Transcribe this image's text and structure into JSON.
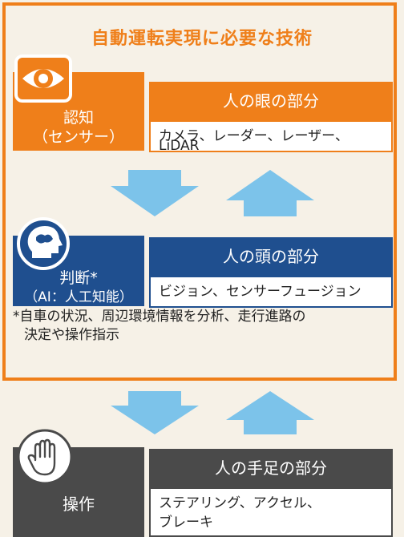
{
  "title": "自動運転実現に必要な技術",
  "sections": {
    "perception": {
      "label_line1": "認知",
      "label_line2": "（センサー）",
      "header": "人の眼の部分",
      "body_line1": "カメラ、レーダー、レーザー、",
      "body_line2": "LiDAR",
      "color": "#ef7f1a",
      "icon": "eye-icon"
    },
    "judgment": {
      "label_line1": "判断*",
      "label_line2": "（AI：人工知能）",
      "header": "人の頭の部分",
      "body_line1": "ビジョン、センサーフュージョン",
      "color": "#1f4f8f",
      "icon": "head-brain-icon"
    },
    "operation": {
      "label_line1": "操作",
      "header": "人の手足の部分",
      "body_line1": "ステアリング、アクセル、",
      "body_line2": "ブレーキ",
      "color": "#4a4a4a",
      "icon": "hand-icon"
    }
  },
  "footnote_line1": "*自車の状況、周辺環境情報を分析、走行進路の",
  "footnote_line2": "決定や操作指示",
  "arrow_color": "#7cc3ea"
}
